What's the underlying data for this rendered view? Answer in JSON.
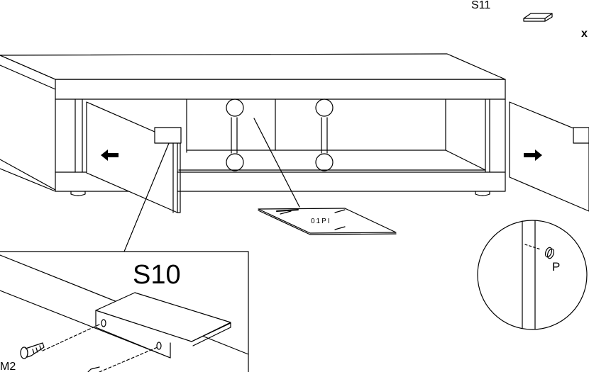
{
  "labels": {
    "top_part": "S11",
    "top_multiplier": "x",
    "detail_part": "S10",
    "screw": "M2",
    "glass_shelf": "01PI",
    "pin": "P"
  }
}
